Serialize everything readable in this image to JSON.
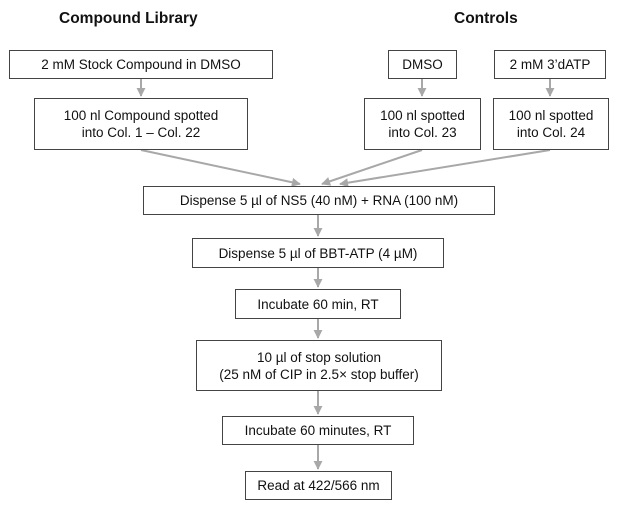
{
  "columns": {
    "library_heading": "Compound Library",
    "controls_heading": "Controls"
  },
  "nodes": {
    "stock": {
      "lines": [
        "2 mM Stock Compound in DMSO"
      ]
    },
    "dmso": {
      "lines": [
        "DMSO"
      ]
    },
    "atp3d": {
      "lines": [
        "2 mM 3’dATP"
      ]
    },
    "spot_compound": {
      "lines": [
        "100 nl Compound spotted",
        "into Col. 1 – Col. 22"
      ]
    },
    "spot_col23": {
      "lines": [
        "100 nl spotted",
        "into Col. 23"
      ]
    },
    "spot_col24": {
      "lines": [
        "100 nl spotted",
        "into Col. 24"
      ]
    },
    "dispense_ns5": {
      "lines": [
        "Dispense 5 µl of NS5 (40 nM) + RNA (100 nM)"
      ]
    },
    "dispense_bbt": {
      "lines": [
        "Dispense 5 µl of BBT-ATP (4 µM)"
      ]
    },
    "incubate_1": {
      "lines": [
        "Incubate 60 min, RT"
      ]
    },
    "stop_solution": {
      "lines": [
        "10 µl of stop solution",
        "(25 nM of CIP in 2.5× stop buffer)"
      ]
    },
    "incubate_2": {
      "lines": [
        "Incubate 60 minutes, RT"
      ]
    },
    "read": {
      "lines": [
        "Read at 422/566 nm"
      ]
    }
  },
  "style": {
    "arrow_color": "#a8a8a8",
    "box_border_color": "#444444",
    "text_color": "#111111"
  }
}
